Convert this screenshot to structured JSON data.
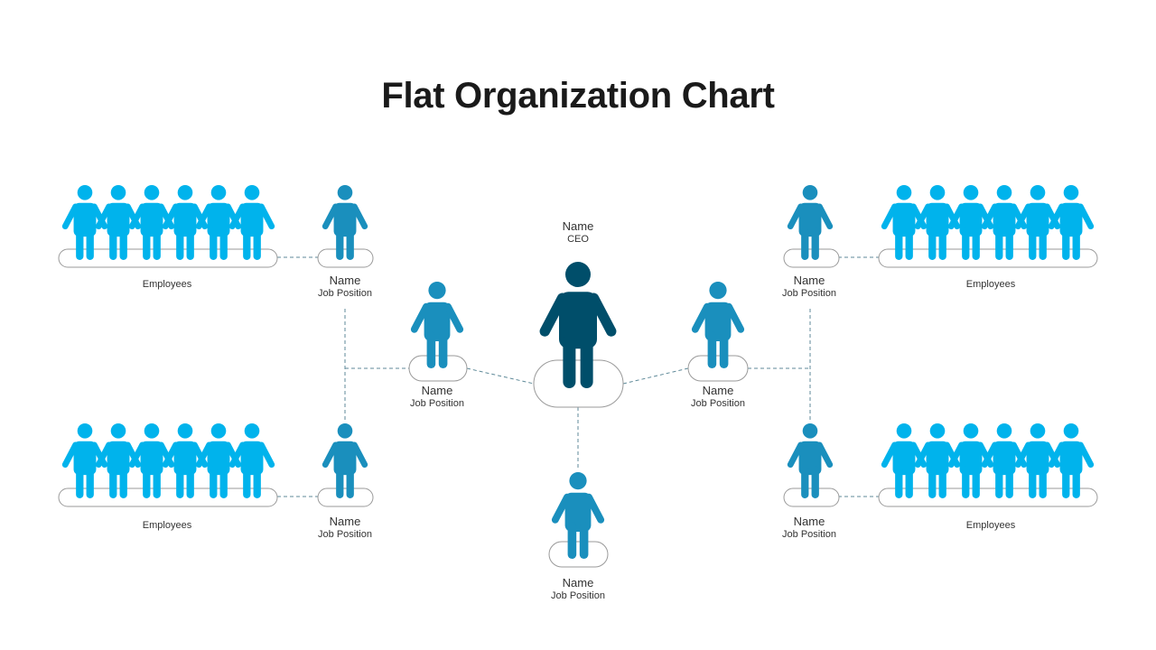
{
  "title": "Flat Organization Chart",
  "colors": {
    "employee": "#00b3ec",
    "manager": "#1a8fbd",
    "ceo": "#004e6a",
    "pill_stroke": "#9a9a9a",
    "connector": "#5f8a99"
  },
  "icons": {
    "person": "person-icon",
    "ceo": "ceo-person-icon"
  },
  "ceo": {
    "name": "Name",
    "position": "CEO"
  },
  "managers": [
    {
      "name": "Name",
      "position": "Job Position"
    },
    {
      "name": "Name",
      "position": "Job Position"
    },
    {
      "name": "Name",
      "position": "Job Position"
    },
    {
      "name": "Name",
      "position": "Job Position"
    },
    {
      "name": "Name",
      "position": "Job Position"
    },
    {
      "name": "Name",
      "position": "Job Position"
    },
    {
      "name": "Name",
      "position": "Job Position"
    }
  ],
  "employee_groups": [
    {
      "label": "Employees",
      "count": 6
    },
    {
      "label": "Employees",
      "count": 6
    },
    {
      "label": "Employees",
      "count": 6
    },
    {
      "label": "Employees",
      "count": 6
    }
  ]
}
